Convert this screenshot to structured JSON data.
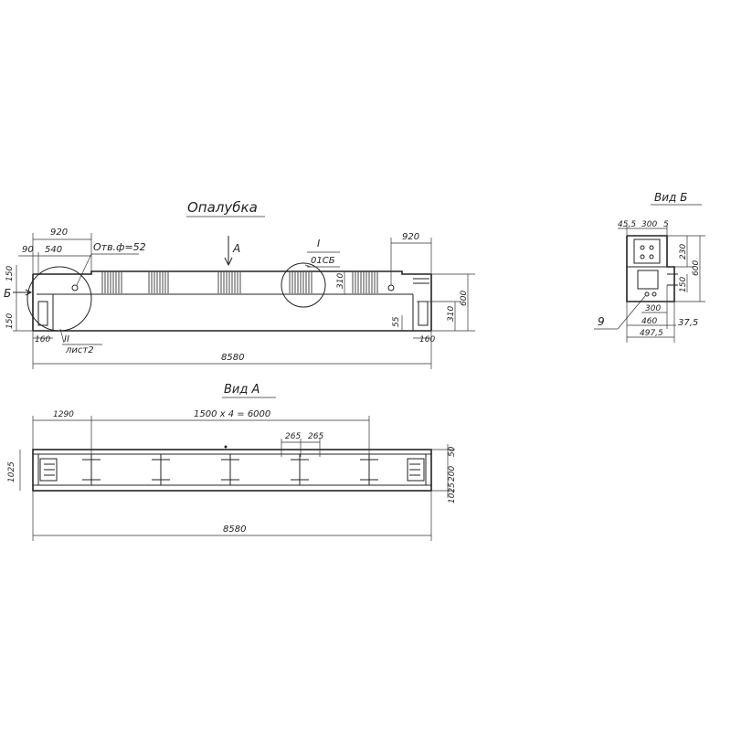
{
  "formwork": {
    "title": "Опалубка",
    "dim_920_left": "920",
    "dim_90": "90",
    "dim_540": "540",
    "hole_note": "Отв.ф=52",
    "dim_150_top": "150",
    "dim_150_bottom": "150",
    "dim_160_left": "160",
    "section_b_mark": "Б",
    "view_a_mark": "А",
    "node_ii": "II",
    "node_ii_sheet": "лист2",
    "node_i": "I",
    "node_i_ref": "01СБ",
    "dim_920_right": "920",
    "dim_310_inner": "310",
    "dim_55": "55",
    "dim_310": "310",
    "dim_600": "600",
    "dim_160_right": "160",
    "overall": "8580"
  },
  "view_a": {
    "title": "Вид А",
    "dim_1290": "1290",
    "dim_pitch": "1500 х 4 = 6000",
    "dim_265a": "265",
    "dim_265b": "265",
    "dim_left_side": "1025",
    "dim_right_top": "50",
    "dim_right_mid": "200",
    "dim_right_bottom": "1025",
    "overall": "8580"
  },
  "view_b": {
    "title": "Вид Б",
    "dim_45_5": "45,5",
    "dim_300": "300",
    "dim_5": "5",
    "dim_230": "230",
    "dim_600": "600",
    "dim_150": "150",
    "dim_300_low": "300",
    "dim_460": "460",
    "dim_37_5": "37,5",
    "dim_497_5": "497,5",
    "pos_9": "9"
  }
}
